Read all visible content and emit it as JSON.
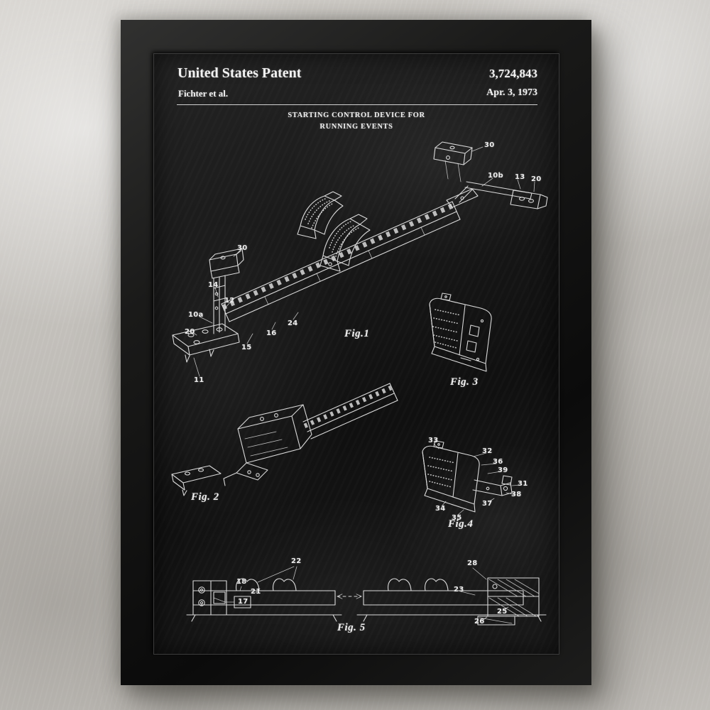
{
  "header": {
    "title": "United States Patent",
    "inventor": "Fichter et al.",
    "patent_number": "3,724,843",
    "date": "Apr. 3, 1973"
  },
  "invention_title": {
    "line1": "STARTING CONTROL DEVICE FOR",
    "line2": "RUNNING EVENTS"
  },
  "figures": {
    "fig1": {
      "label": "Fig.1",
      "callouts": [
        "30",
        "10b",
        "13",
        "20",
        "30",
        "14",
        "12",
        "10a",
        "20",
        "11",
        "15",
        "16",
        "24"
      ]
    },
    "fig2": {
      "label": "Fig. 2",
      "callouts": []
    },
    "fig3": {
      "label": "Fig. 3",
      "callouts": []
    },
    "fig4": {
      "label": "Fig.4",
      "callouts": [
        "33",
        "32",
        "36",
        "39",
        "31",
        "38",
        "37",
        "34",
        "35"
      ]
    },
    "fig5": {
      "label": "Fig. 5",
      "callouts": [
        "22",
        "28",
        "18",
        "21",
        "17",
        "23",
        "25",
        "26"
      ]
    }
  },
  "palette": {
    "chalk": "#f2f2f2",
    "board": "#181818",
    "frame": "#141413",
    "wall": "#c6c3be"
  }
}
